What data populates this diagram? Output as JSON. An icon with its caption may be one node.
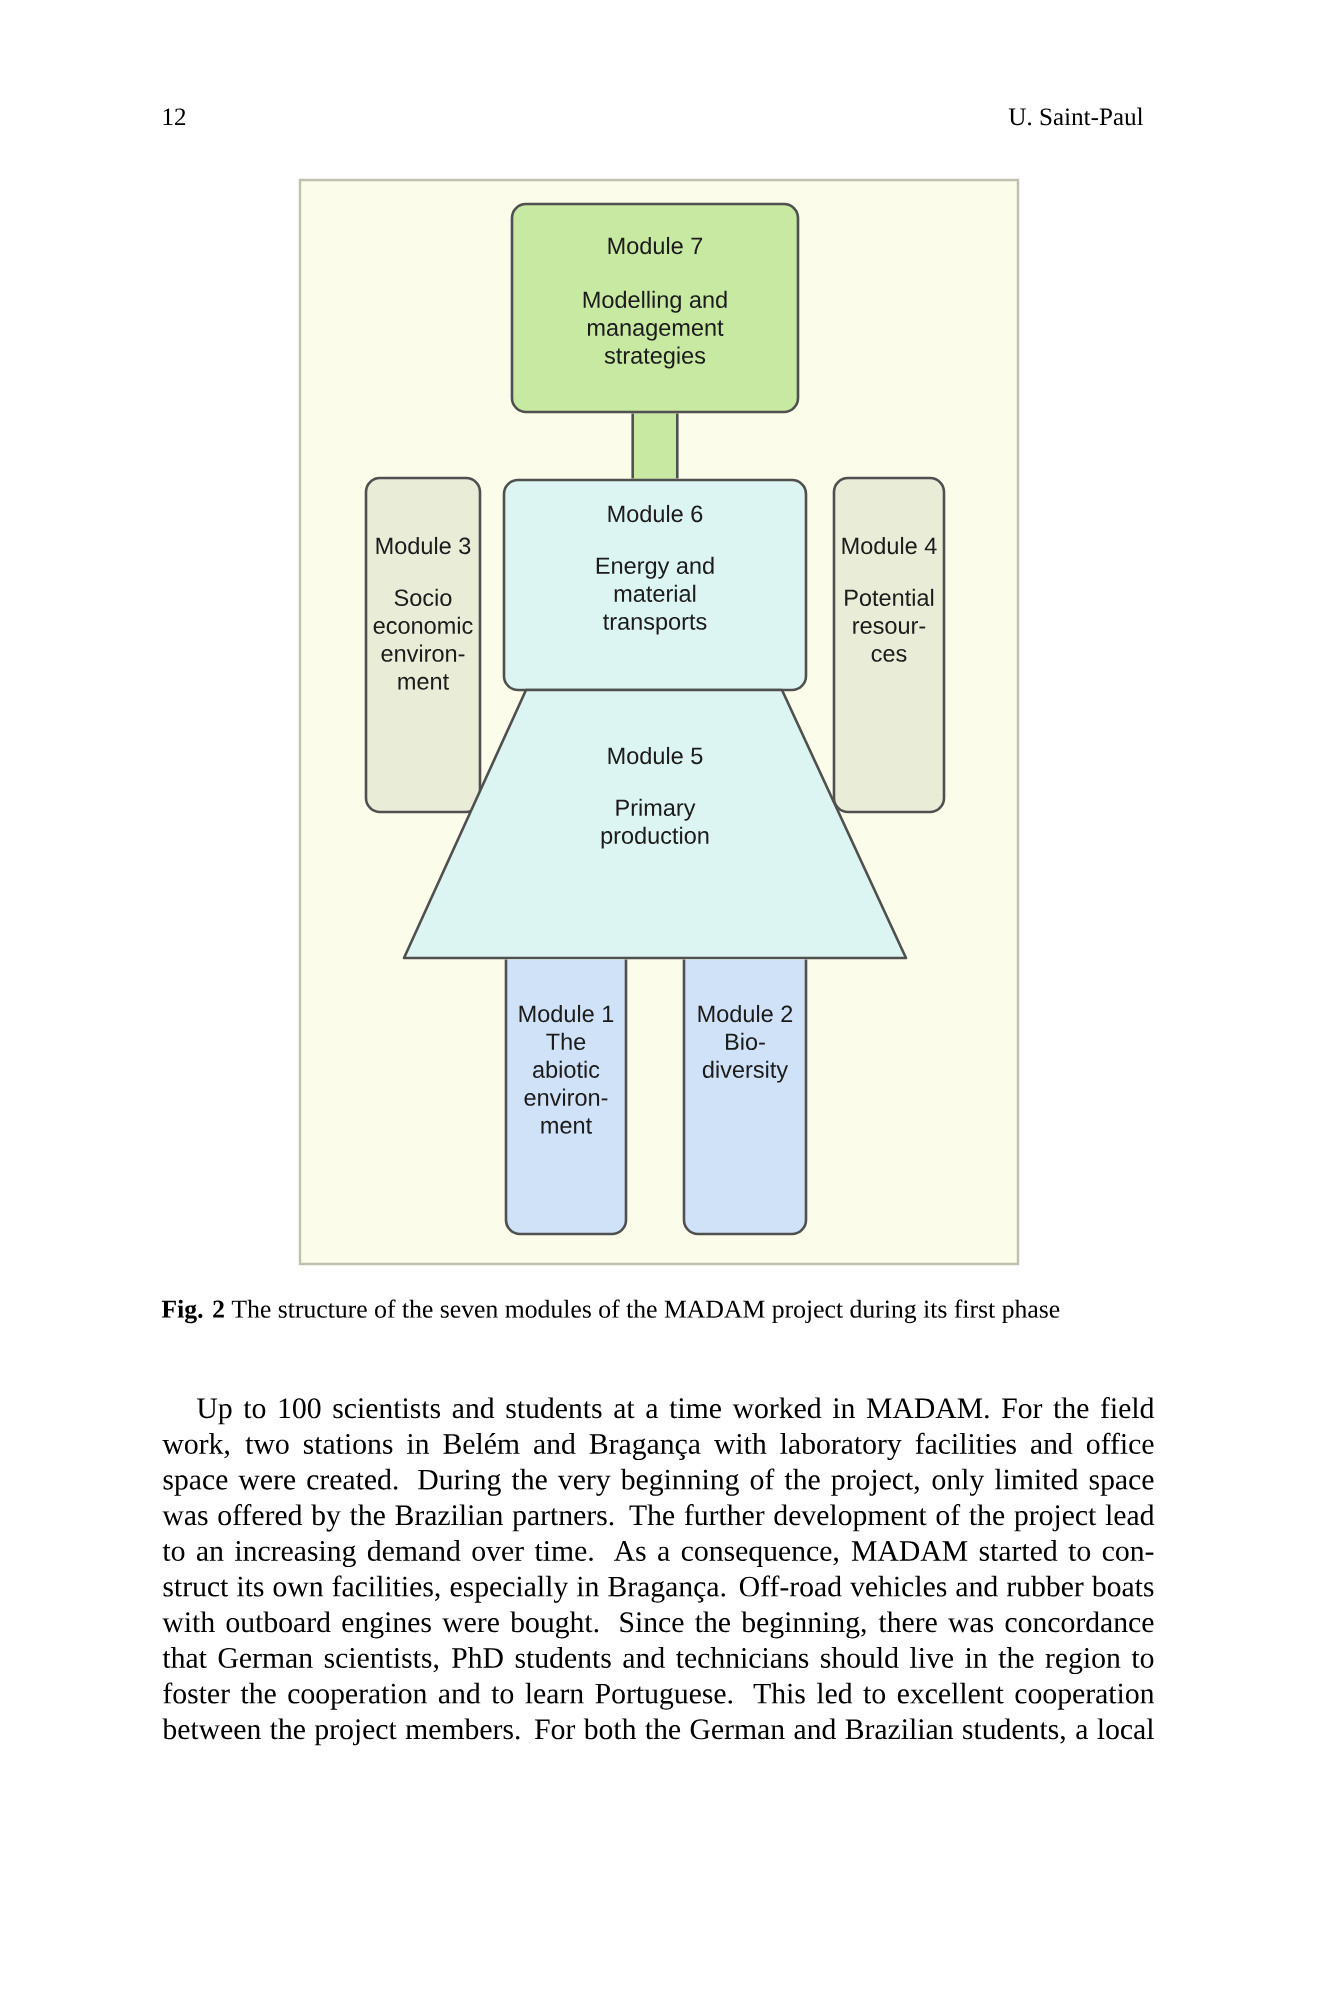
{
  "diagram": {
    "caption": "**Fig. 2** The structure of the seven modules of the MADAM project during its first phase",
    "nodes": [
      {
        "text": [
          "Module 7",
          "Modelling and management strategies"
        ]
      },
      {
        "text": [
          "Module 3",
          "Socio economic environ-ment"
        ]
      },
      {
        "text": [
          "Module 6",
          "Energy and material transports"
        ]
      },
      {
        "text": [
          "Module 4",
          "Potential resour-ces"
        ]
      },
      {
        "text": [
          "Module 5",
          "Primary production"
        ]
      },
      {
        "text": [
          "Module 1",
          "The abiotic environ-ment"
        ]
      },
      {
        "text": [
          "Module 2",
          "Bio-diversity"
        ]
      }
    ],
    "edges": [
      {
        "from": 0,
        "to": 2,
        "arrow": "none"
      }
    ],
    "labels": [
      "12",
      "U. Saint-Paul",
      "Up to 100 scientists and students at a time worked in MADAM. For the field work, two stations in Belém and Bragança with laboratory facilities and office space were created. During the very beginning of the project, only limited space was offered by the Brazilian partners. The further development of the project lead to an increasing demand over time. As a consequence, MADAM started to con-struct its own facilities, especially in Bragança. Off-road vehicles and rubber boats with outboard engines were bought. Since the beginning, there was concordance that German scientists, PhD students and technicians should live in the region to foster the cooperation and to learn Portuguese. This led to excellent cooperation between the project members. For both the German and Brazilian students, a local"
    ]
  }
}
